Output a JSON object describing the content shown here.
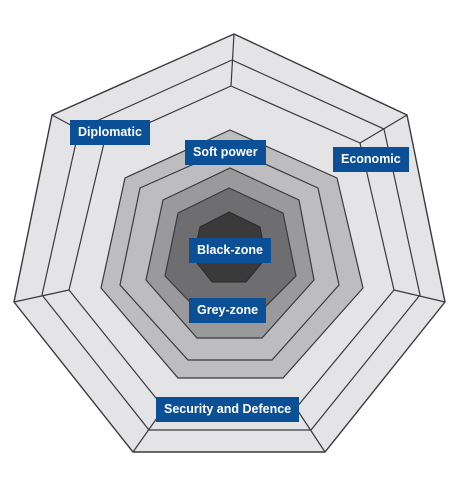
{
  "labels": {
    "diplomatic": "Diplomatic",
    "soft_power": "Soft power",
    "economic": "Economic",
    "black_zone": "Black-zone",
    "grey_zone": "Grey-zone",
    "security_defence": "Security and Defence"
  },
  "colors": {
    "label_bg": "#0b4f96",
    "label_text": "#ffffff",
    "ring_outer": "#e4e4e6",
    "ring_middle": "#bdbdbf",
    "ring_inner": "#9a9a9c",
    "ring_core": "#6e6e70",
    "center": "#3a3a3a",
    "stroke": "#3a3a3a"
  }
}
